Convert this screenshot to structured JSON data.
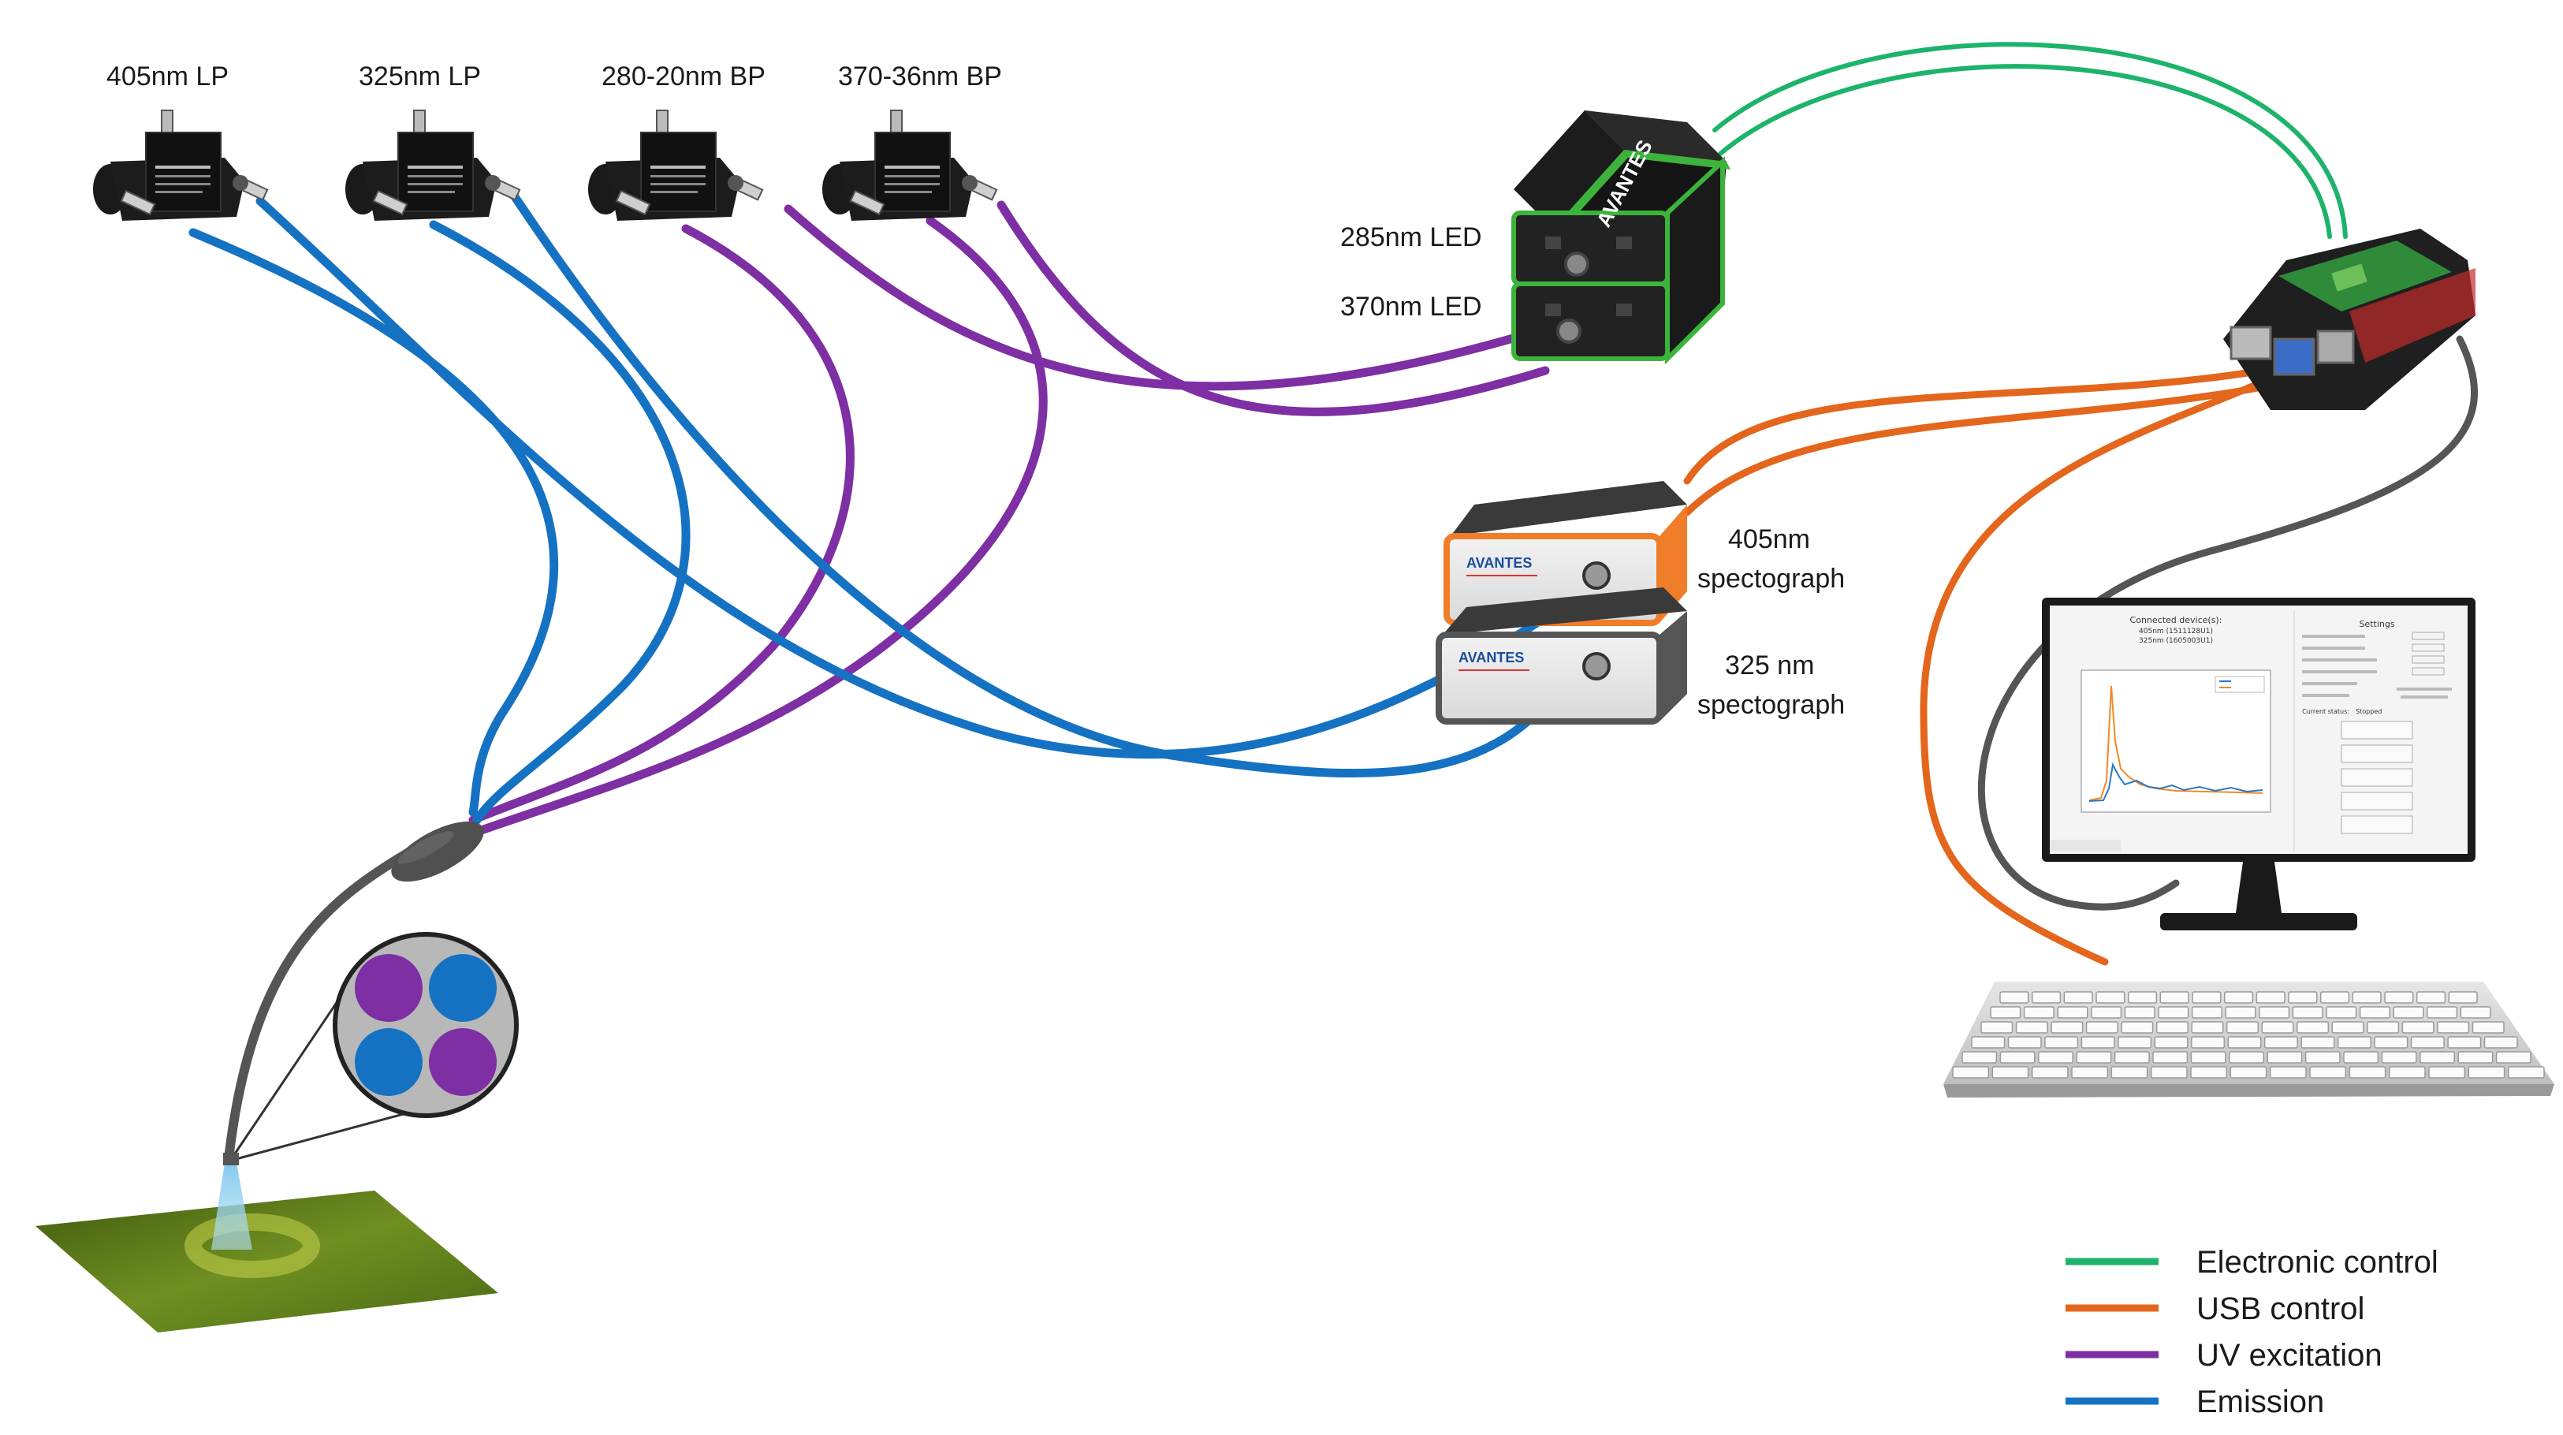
{
  "filters": [
    {
      "label": "405nm LP"
    },
    {
      "label": "325nm LP"
    },
    {
      "label": "280-20nm BP"
    },
    {
      "label": "370-36nm BP"
    }
  ],
  "leds": [
    {
      "label": "285nm LED"
    },
    {
      "label": "370nm LED"
    }
  ],
  "spectrographs": [
    {
      "line1": "405nm",
      "line2": "spectograph"
    },
    {
      "line1": "325 nm",
      "line2": "spectograph"
    }
  ],
  "brand": {
    "name": "AVANTES"
  },
  "screen": {
    "title_line1": "Connected device(s):",
    "title_line2": "405nm (1511128U1)",
    "title_line3": "325nm (1605003U1)",
    "settings_title": "Settings",
    "current_status_label": "Current status:",
    "current_status_value": "Stopped"
  },
  "legend": [
    {
      "label": "Electronic control",
      "color": "#1db36b"
    },
    {
      "label": "USB control",
      "color": "#e3661c"
    },
    {
      "label": "UV excitation",
      "color": "#7d2fa3"
    },
    {
      "label": "Emission",
      "color": "#1572c2"
    }
  ],
  "colors": {
    "electronic": "#1db36b",
    "usb": "#e3661c",
    "uv": "#7d2fa3",
    "emission": "#1572c2",
    "cable_gray": "#555555",
    "device_green": "#3cb43c",
    "device_orange": "#f07d2a",
    "grass": "#5c7a1c"
  }
}
